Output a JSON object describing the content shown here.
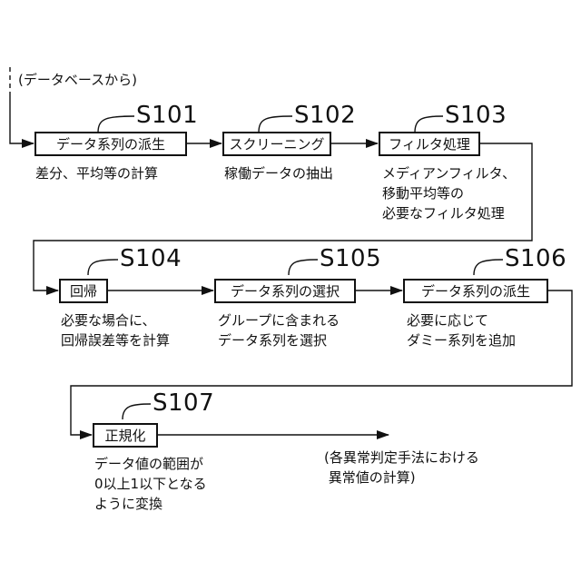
{
  "start_label": "(データベースから)",
  "end_label": "(各異常判定手法における\n 異常値の計算)",
  "steps": [
    {
      "id": "S101",
      "box": "データ系列の派生",
      "note": "差分、平均等の計算"
    },
    {
      "id": "S102",
      "box": "スクリーニング",
      "note": "稼働データの抽出"
    },
    {
      "id": "S103",
      "box": "フィルタ処理",
      "note": "メディアンフィルタ、\n移動平均等の\n必要なフィルタ処理"
    },
    {
      "id": "S104",
      "box": "回帰",
      "note": "必要な場合に、\n回帰誤差等を計算"
    },
    {
      "id": "S105",
      "box": "データ系列の選択",
      "note": "グループに含まれる\nデータ系列を選択"
    },
    {
      "id": "S106",
      "box": "データ系列の派生",
      "note": "必要に応じて\nダミー系列を追加"
    },
    {
      "id": "S107",
      "box": "正規化",
      "note": "データ値の範囲が\n0以上1以下となる\nように変換"
    }
  ]
}
